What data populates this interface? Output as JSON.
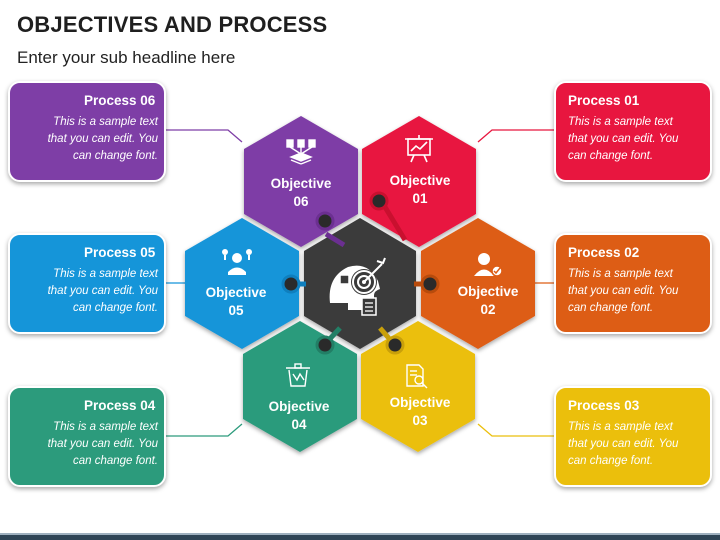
{
  "header": {
    "title": "OBJECTIVES AND PROCESS",
    "subtitle": "Enter your sub headline here"
  },
  "colors": {
    "obj01": "#e8163f",
    "obj02": "#dd5d15",
    "obj03": "#ebbf0c",
    "obj04": "#2c9b7c",
    "obj05": "#1595d9",
    "obj06": "#7e3ea6",
    "center": "#3a3a3a"
  },
  "objectives": [
    {
      "id": "01",
      "word": "Objective",
      "num": "01",
      "icon": "presentation-chart-icon"
    },
    {
      "id": "02",
      "word": "Objective",
      "num": "02",
      "icon": "user-check-icon"
    },
    {
      "id": "03",
      "word": "Objective",
      "num": "03",
      "icon": "document-search-icon"
    },
    {
      "id": "04",
      "word": "Objective",
      "num": "04",
      "icon": "recycle-bin-icon"
    },
    {
      "id": "05",
      "word": "Objective",
      "num": "05",
      "icon": "idea-person-icon"
    },
    {
      "id": "06",
      "word": "Objective",
      "num": "06",
      "icon": "network-hierarchy-icon"
    }
  ],
  "center": {
    "icon": "target-head-icon"
  },
  "processes": [
    {
      "title": "Process 01",
      "text": "This is a sample text\nthat you can edit. You\ncan change font."
    },
    {
      "title": "Process 02",
      "text": "This is a sample text\nthat you can edit. You\ncan change font."
    },
    {
      "title": "Process 03",
      "text": "This is a sample text\nthat you can edit. You\ncan change font."
    },
    {
      "title": "Process 04",
      "text": "This is a sample text\nthat you can edit. You\ncan change font."
    },
    {
      "title": "Process 05",
      "text": "This is a sample text\nthat you can edit. You\ncan change font."
    },
    {
      "title": "Process 06",
      "text": "This is a sample text\nthat you can edit. You\ncan change font."
    }
  ]
}
